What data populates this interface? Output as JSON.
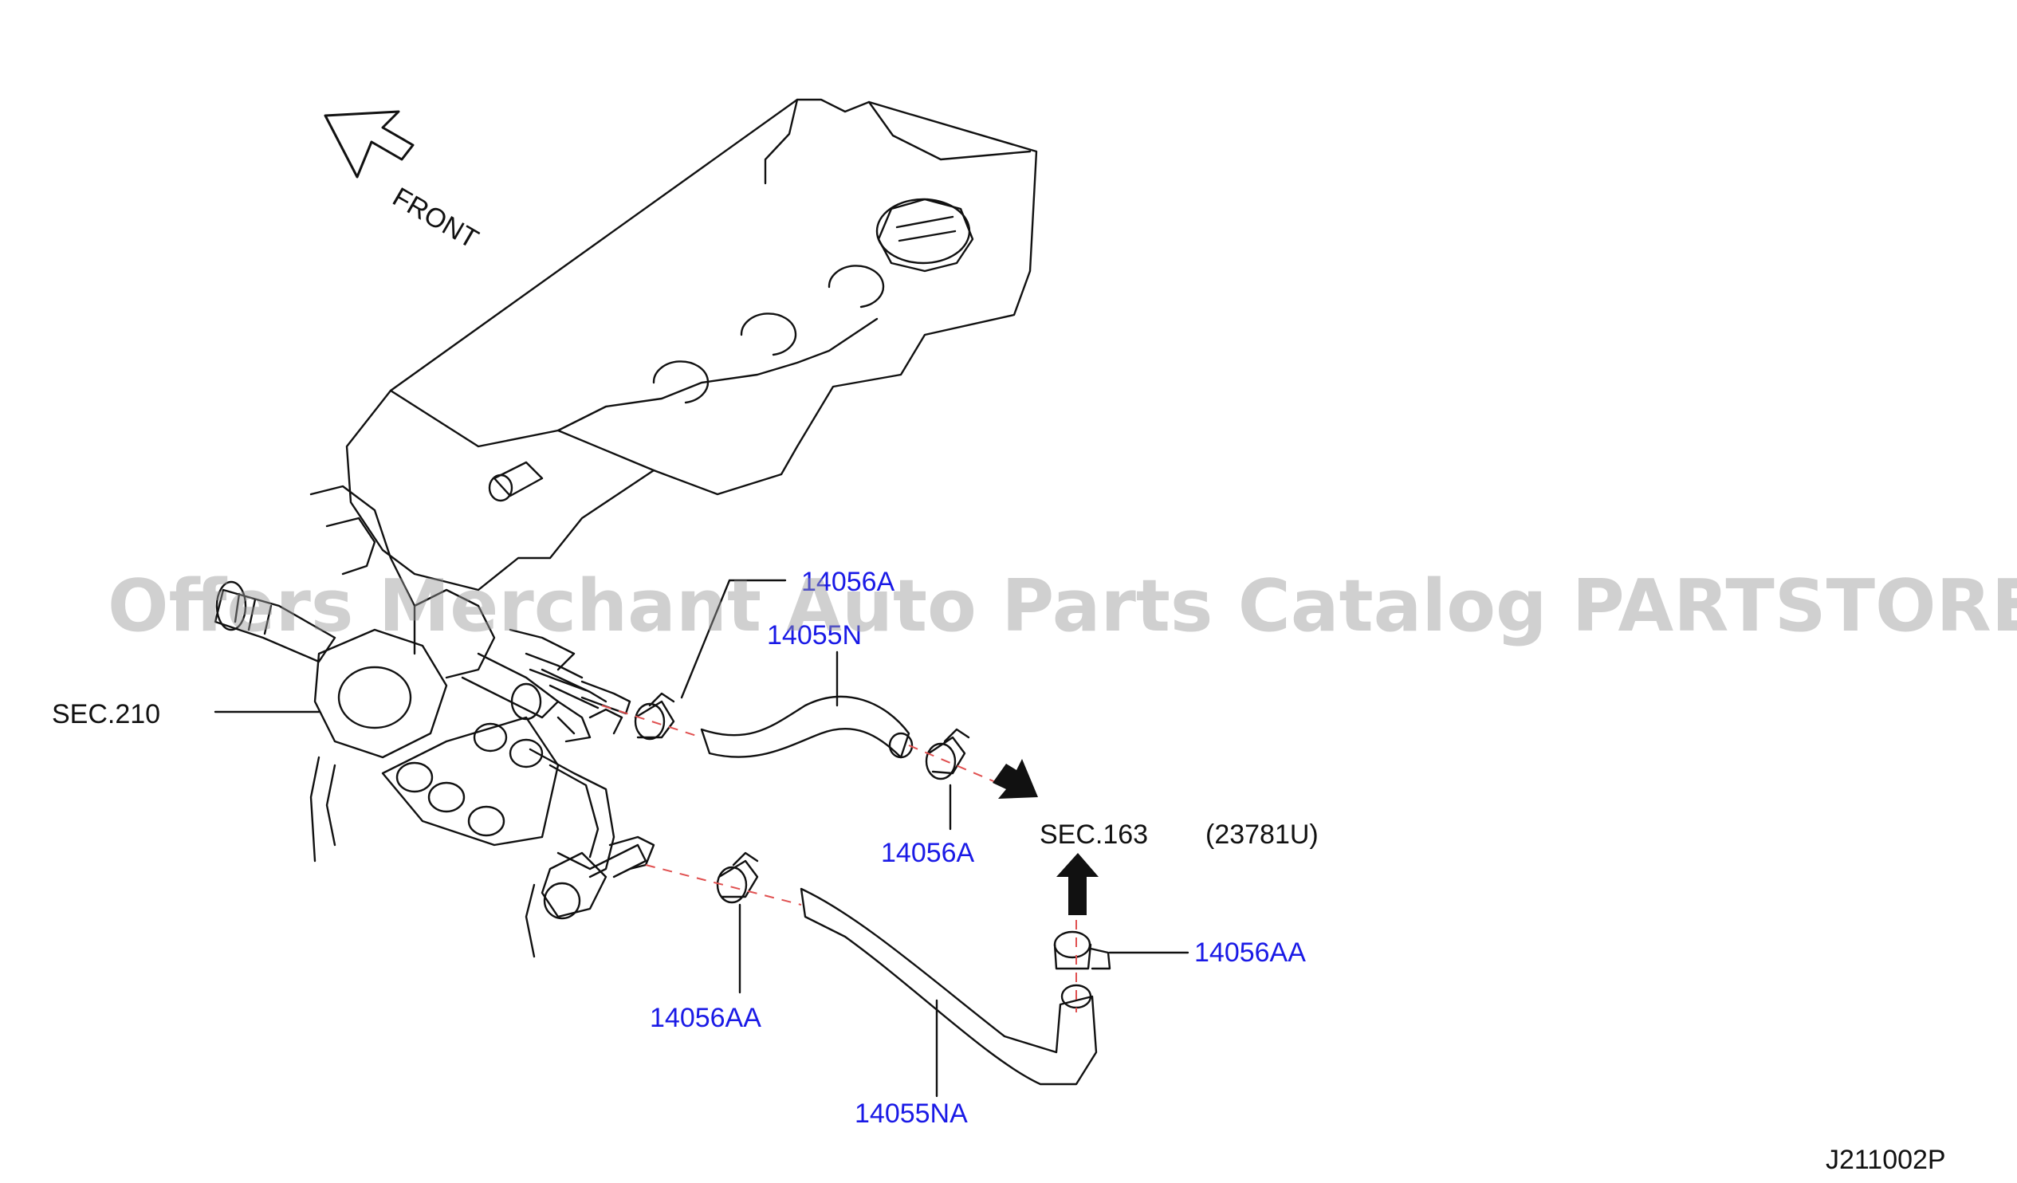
{
  "front_label": "FRONT",
  "labels": {
    "sec210": "SEC.210",
    "sec163": "SEC.163",
    "ref_23781u": "(23781U)",
    "clamp_top": "14056A",
    "hose_top": "14055N",
    "clamp_right": "14056A",
    "clamp_left_bottom": "14056AA",
    "clamp_right_bottom": "14056AA",
    "hose_bottom": "14055NA"
  },
  "diagram_id": "J211002P",
  "watermark": "Offers Merchant Auto Parts Catalog PARTSTORE.SA",
  "colors": {
    "line": "#111111",
    "part_number": "#1a1ae6",
    "dash": "#e05050"
  }
}
